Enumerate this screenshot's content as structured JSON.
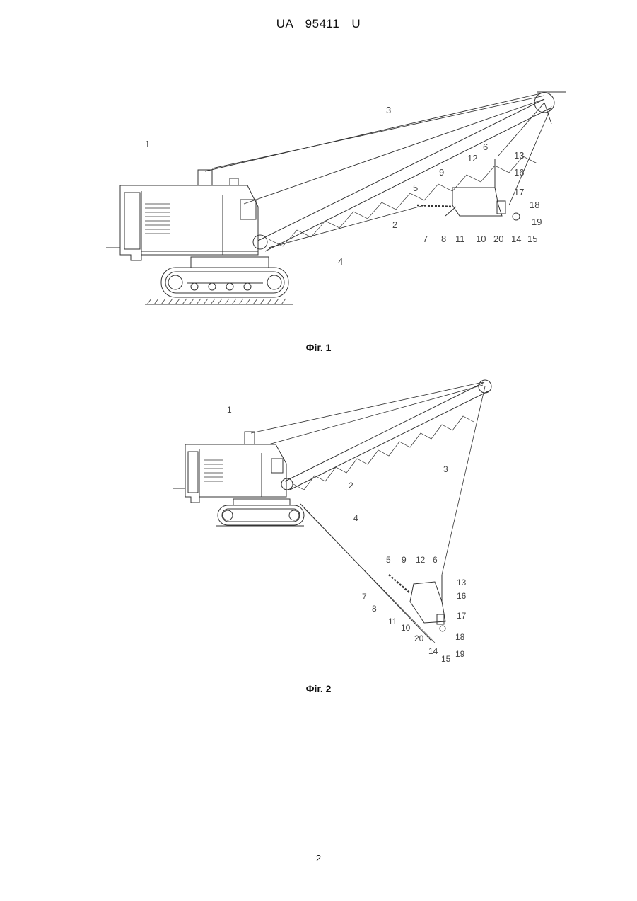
{
  "header": {
    "text": "UA   95411   U"
  },
  "figure1": {
    "caption": "Фіг. 1",
    "labels": [
      "1",
      "2",
      "3",
      "4",
      "5",
      "6",
      "7",
      "8",
      "9",
      "10",
      "11",
      "12",
      "13",
      "14",
      "15",
      "16",
      "17",
      "18",
      "19",
      "20"
    ]
  },
  "figure2": {
    "caption": "Фіг. 2",
    "labels": [
      "1",
      "2",
      "3",
      "4",
      "5",
      "6",
      "7",
      "8",
      "9",
      "10",
      "11",
      "12",
      "13",
      "14",
      "15",
      "16",
      "17",
      "18",
      "19",
      "20"
    ]
  },
  "footer": {
    "page_number": "2"
  },
  "colors": {
    "ink": "#333333",
    "paper": "#ffffff"
  }
}
